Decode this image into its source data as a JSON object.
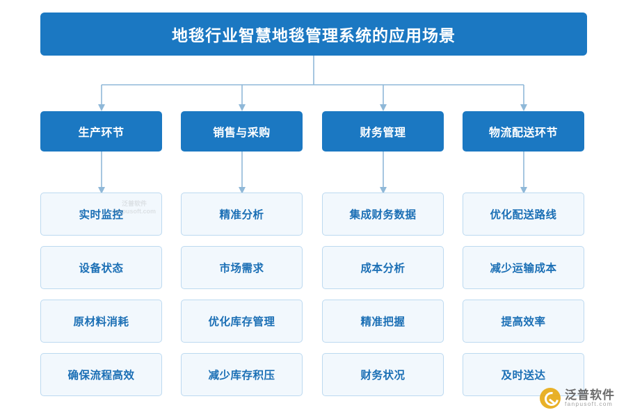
{
  "diagram": {
    "title": "地毯行业智慧地毯管理系统的应用场景",
    "columns": [
      {
        "category": "生产环节",
        "items": [
          "实时监控",
          "设备状态",
          "原材料消耗",
          "确保流程高效"
        ]
      },
      {
        "category": "销售与采购",
        "items": [
          "精准分析",
          "市场需求",
          "优化库存管理",
          "减少库存积压"
        ]
      },
      {
        "category": "财务管理",
        "items": [
          "集成财务数据",
          "成本分析",
          "精准把握",
          "财务状况"
        ]
      },
      {
        "category": "物流配送环节",
        "items": [
          "优化配送路线",
          "减少运输成本",
          "提高效率",
          "及时送达"
        ]
      }
    ]
  },
  "watermark": {
    "line1": "泛普软件",
    "line2": "fanpusoft.com"
  },
  "logo": {
    "name_cn": "泛普软件",
    "name_en": "fanpusoft.com",
    "icon": "fanpu-logo-icon",
    "color": "#e8ab16"
  },
  "colors": {
    "primary": "#1b78c2",
    "leaf_bg": "#f2f8fd",
    "leaf_border": "#bcd9f0",
    "leaf_text": "#1b6fb5",
    "connector": "#8fb8d8"
  }
}
